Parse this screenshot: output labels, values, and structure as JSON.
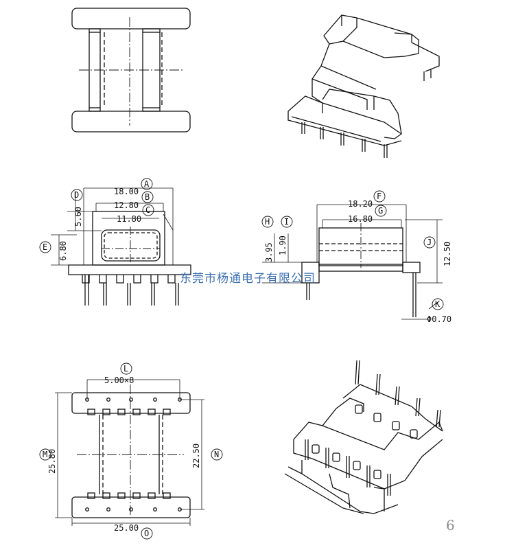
{
  "dimensions": {
    "A": "18.00",
    "B": "12.80",
    "C": "11.80",
    "D": "5.60",
    "E": "6.80",
    "F": "18.20",
    "G": "16.80",
    "H": "3.95",
    "I": "1.90",
    "J": "12.50",
    "K": "Φ0.70",
    "L": "5.00×8",
    "M": "25.80",
    "N": "22.50",
    "O": "25.00"
  },
  "labels": {
    "A": "A",
    "B": "B",
    "C": "C",
    "D": "D",
    "E": "E",
    "F": "F",
    "G": "G",
    "H": "H",
    "I": "I",
    "J": "J",
    "K": "K",
    "L": "L",
    "M": "M",
    "N": "N",
    "O": "O"
  },
  "watermark": "东莞市杨通电子有限公司",
  "page_number": "6"
}
